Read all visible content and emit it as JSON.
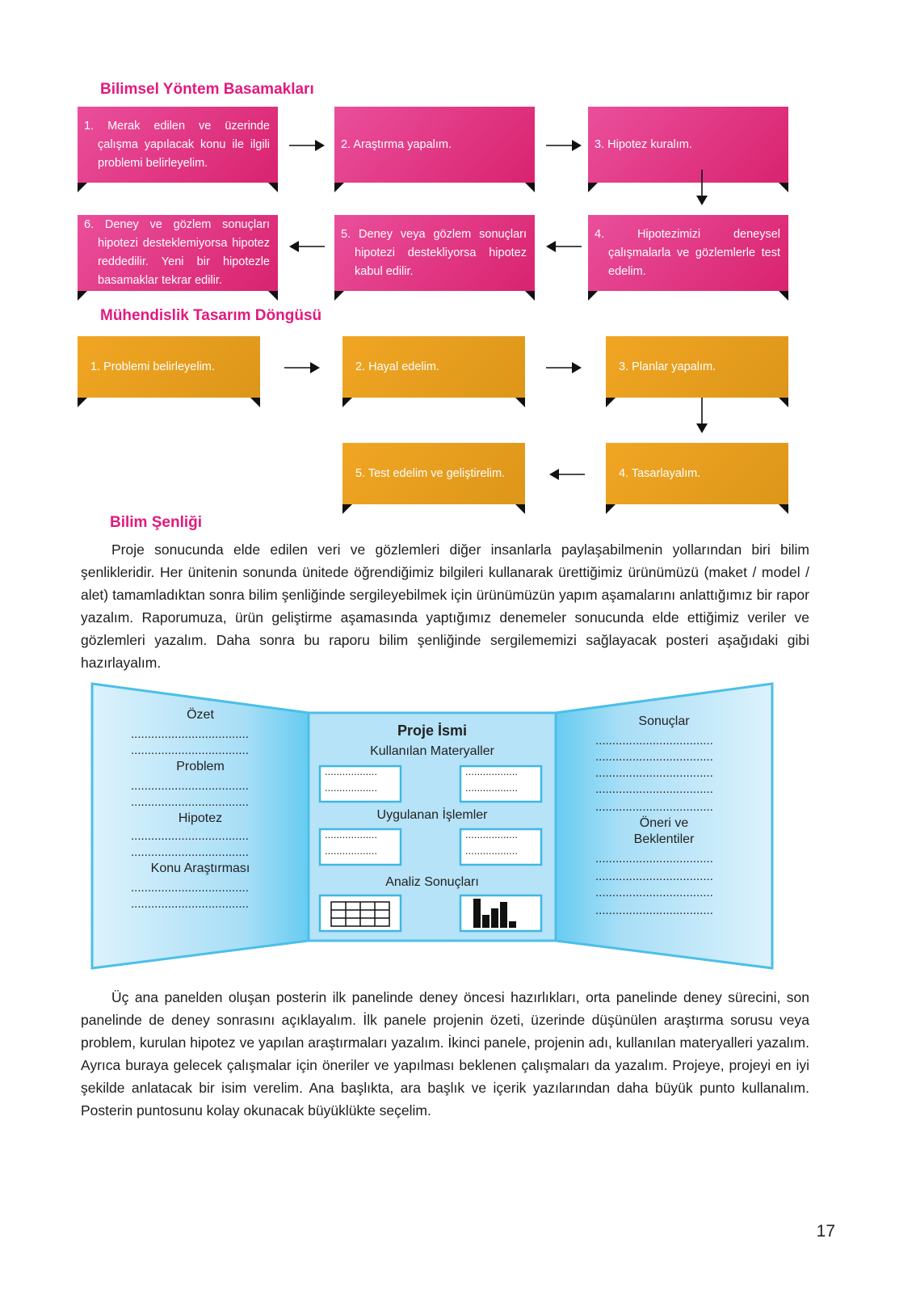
{
  "section1": {
    "title": "Bilimsel Yöntem Basamakları",
    "steps": [
      "1. Merak edilen ve üzerinde çalışma yapılacak konu ile ilgili problemi belirleyelim.",
      "2. Araştırma yapalım.",
      "3. Hipotez kuralım.",
      "4. Hipotezimizi deneysel çalışmalarla ve gözlemlerle test edelim.",
      "5. Deney veya gözlem sonuçları hipotezi destekliyorsa hipotez kabul edilir.",
      "6. Deney ve gözlem sonuçları hipotezi desteklemiyorsa hipotez reddedilir. Yeni bir hipotezle basamaklar tekrar edilir."
    ]
  },
  "section2": {
    "title": "Mühendislik Tasarım Döngüsü",
    "steps": [
      "1. Problemi belirleyelim.",
      "2. Hayal edelim.",
      "3. Planlar yapalım.",
      "4. Tasarlayalım.",
      "5. Test edelim ve geliştirelim."
    ]
  },
  "section3": {
    "title": "Bilim Şenliği",
    "paragraph": "Proje sonucunda elde edilen veri ve gözlemleri diğer insanlarla paylaşabilmenin yollarından biri bilim şenlikleridir. Her ünitenin sonunda ünitede öğrendiğimiz bilgileri kullanarak ürettiğimiz ürünümüzü (maket / model / alet) tamamladıktan sonra bilim şenliğinde sergileyebilmek için ürünümüzün yapım aşamalarını anlattığımız bir rapor yazalım. Raporumuza, ürün geliştirme aşamasında yaptığımız denemeler sonucunda elde ettiğimiz veriler ve gözlemleri yazalım. Daha sonra bu raporu bilim şenliğinde sergilememizi sağlayacak posteri aşağıdaki gibi hazırlayalım."
  },
  "poster": {
    "left_labels": [
      "Özet",
      "Problem",
      "Hipotez",
      "Konu Araştırması"
    ],
    "center_title": "Proje İsmi",
    "center_labels": [
      "Kullanılan Materyaller",
      "Uygulanan İşlemler",
      "Analiz Sonuçları"
    ],
    "right_labels": [
      "Sonuçlar",
      "Öneri ve",
      "Beklentiler"
    ],
    "dotline_long": "...................................",
    "dotline_short": "..................",
    "icons": [
      "table-icon",
      "bar-chart-icon"
    ]
  },
  "paragraph2": "Üç ana panelden oluşan posterin ilk panelinde deney öncesi hazırlıkları, orta panelinde deney sürecini, son panelinde de deney sonrasını açıklayalım. İlk panele projenin özeti, üzerinde düşünülen araştırma sorusu veya problem, kurulan hipotez ve yapılan araştırmaları yazalım. İkinci panele, projenin adı, kullanılan materyalleri yazalım. Ayrıca buraya gelecek çalışmalar için öneriler ve yapılması beklenen çalışmaları da yazalım. Projeye, projeyi en iyi şekilde anlatacak bir isim verelim. Ana başlıkta, ara başlık ve içerik yazılarından daha büyük punto kullanalım. Posterin puntosunu kolay okunacak büyüklükte seçelim.",
  "page_number": "17",
  "colors": {
    "pink": "#e2197e",
    "orange": "#eea21f",
    "poster_blue": "#5ec9ef"
  }
}
